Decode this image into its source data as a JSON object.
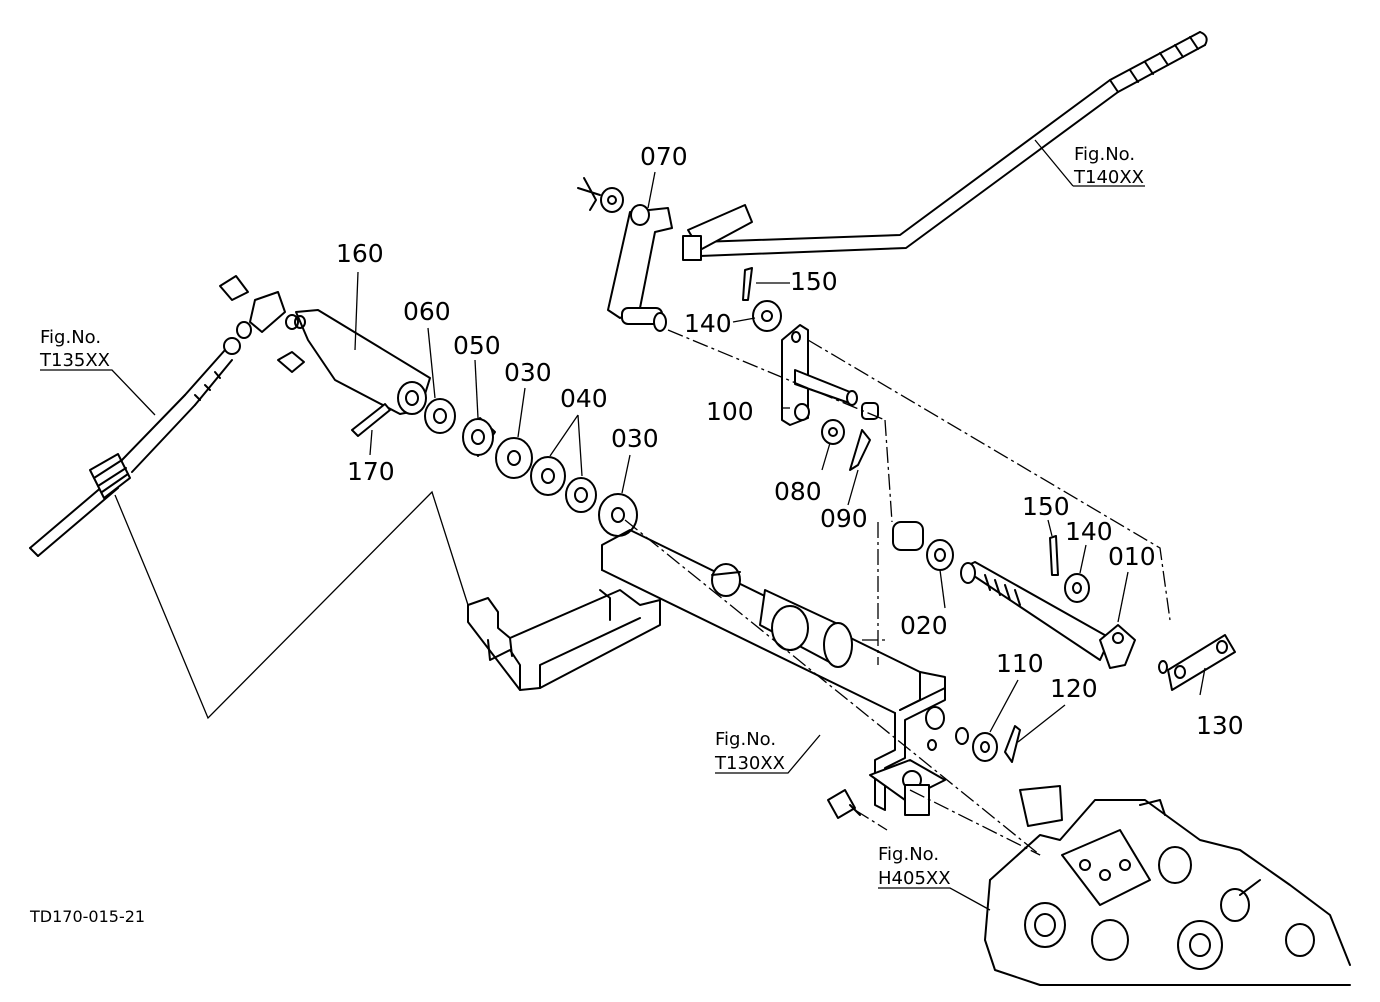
{
  "callouts": [
    {
      "id": "070",
      "label": "070"
    },
    {
      "id": "150a",
      "label": "150"
    },
    {
      "id": "140a",
      "label": "140"
    },
    {
      "id": "100",
      "label": "100"
    },
    {
      "id": "080",
      "label": "080"
    },
    {
      "id": "090",
      "label": "090"
    },
    {
      "id": "160",
      "label": "160"
    },
    {
      "id": "060",
      "label": "060"
    },
    {
      "id": "050",
      "label": "050"
    },
    {
      "id": "030a",
      "label": "030"
    },
    {
      "id": "040",
      "label": "040"
    },
    {
      "id": "030b",
      "label": "030"
    },
    {
      "id": "170",
      "label": "170"
    },
    {
      "id": "150b",
      "label": "150"
    },
    {
      "id": "140b",
      "label": "140"
    },
    {
      "id": "010",
      "label": "010"
    },
    {
      "id": "020",
      "label": "020"
    },
    {
      "id": "110",
      "label": "110"
    },
    {
      "id": "120",
      "label": "120"
    },
    {
      "id": "130",
      "label": "130"
    }
  ],
  "figure_refs": [
    {
      "id": "t140",
      "prefix": "Fig.No.",
      "code": "T140XX"
    },
    {
      "id": "t135",
      "prefix": "Fig.No.",
      "code": "T135XX"
    },
    {
      "id": "t130",
      "prefix": "Fig.No.",
      "code": "T130XX"
    },
    {
      "id": "h405",
      "prefix": "Fig.No.",
      "code": "H405XX"
    }
  ],
  "drawing_code": "TD170-015-21",
  "line_color": "#000000",
  "background_color": "#ffffff"
}
